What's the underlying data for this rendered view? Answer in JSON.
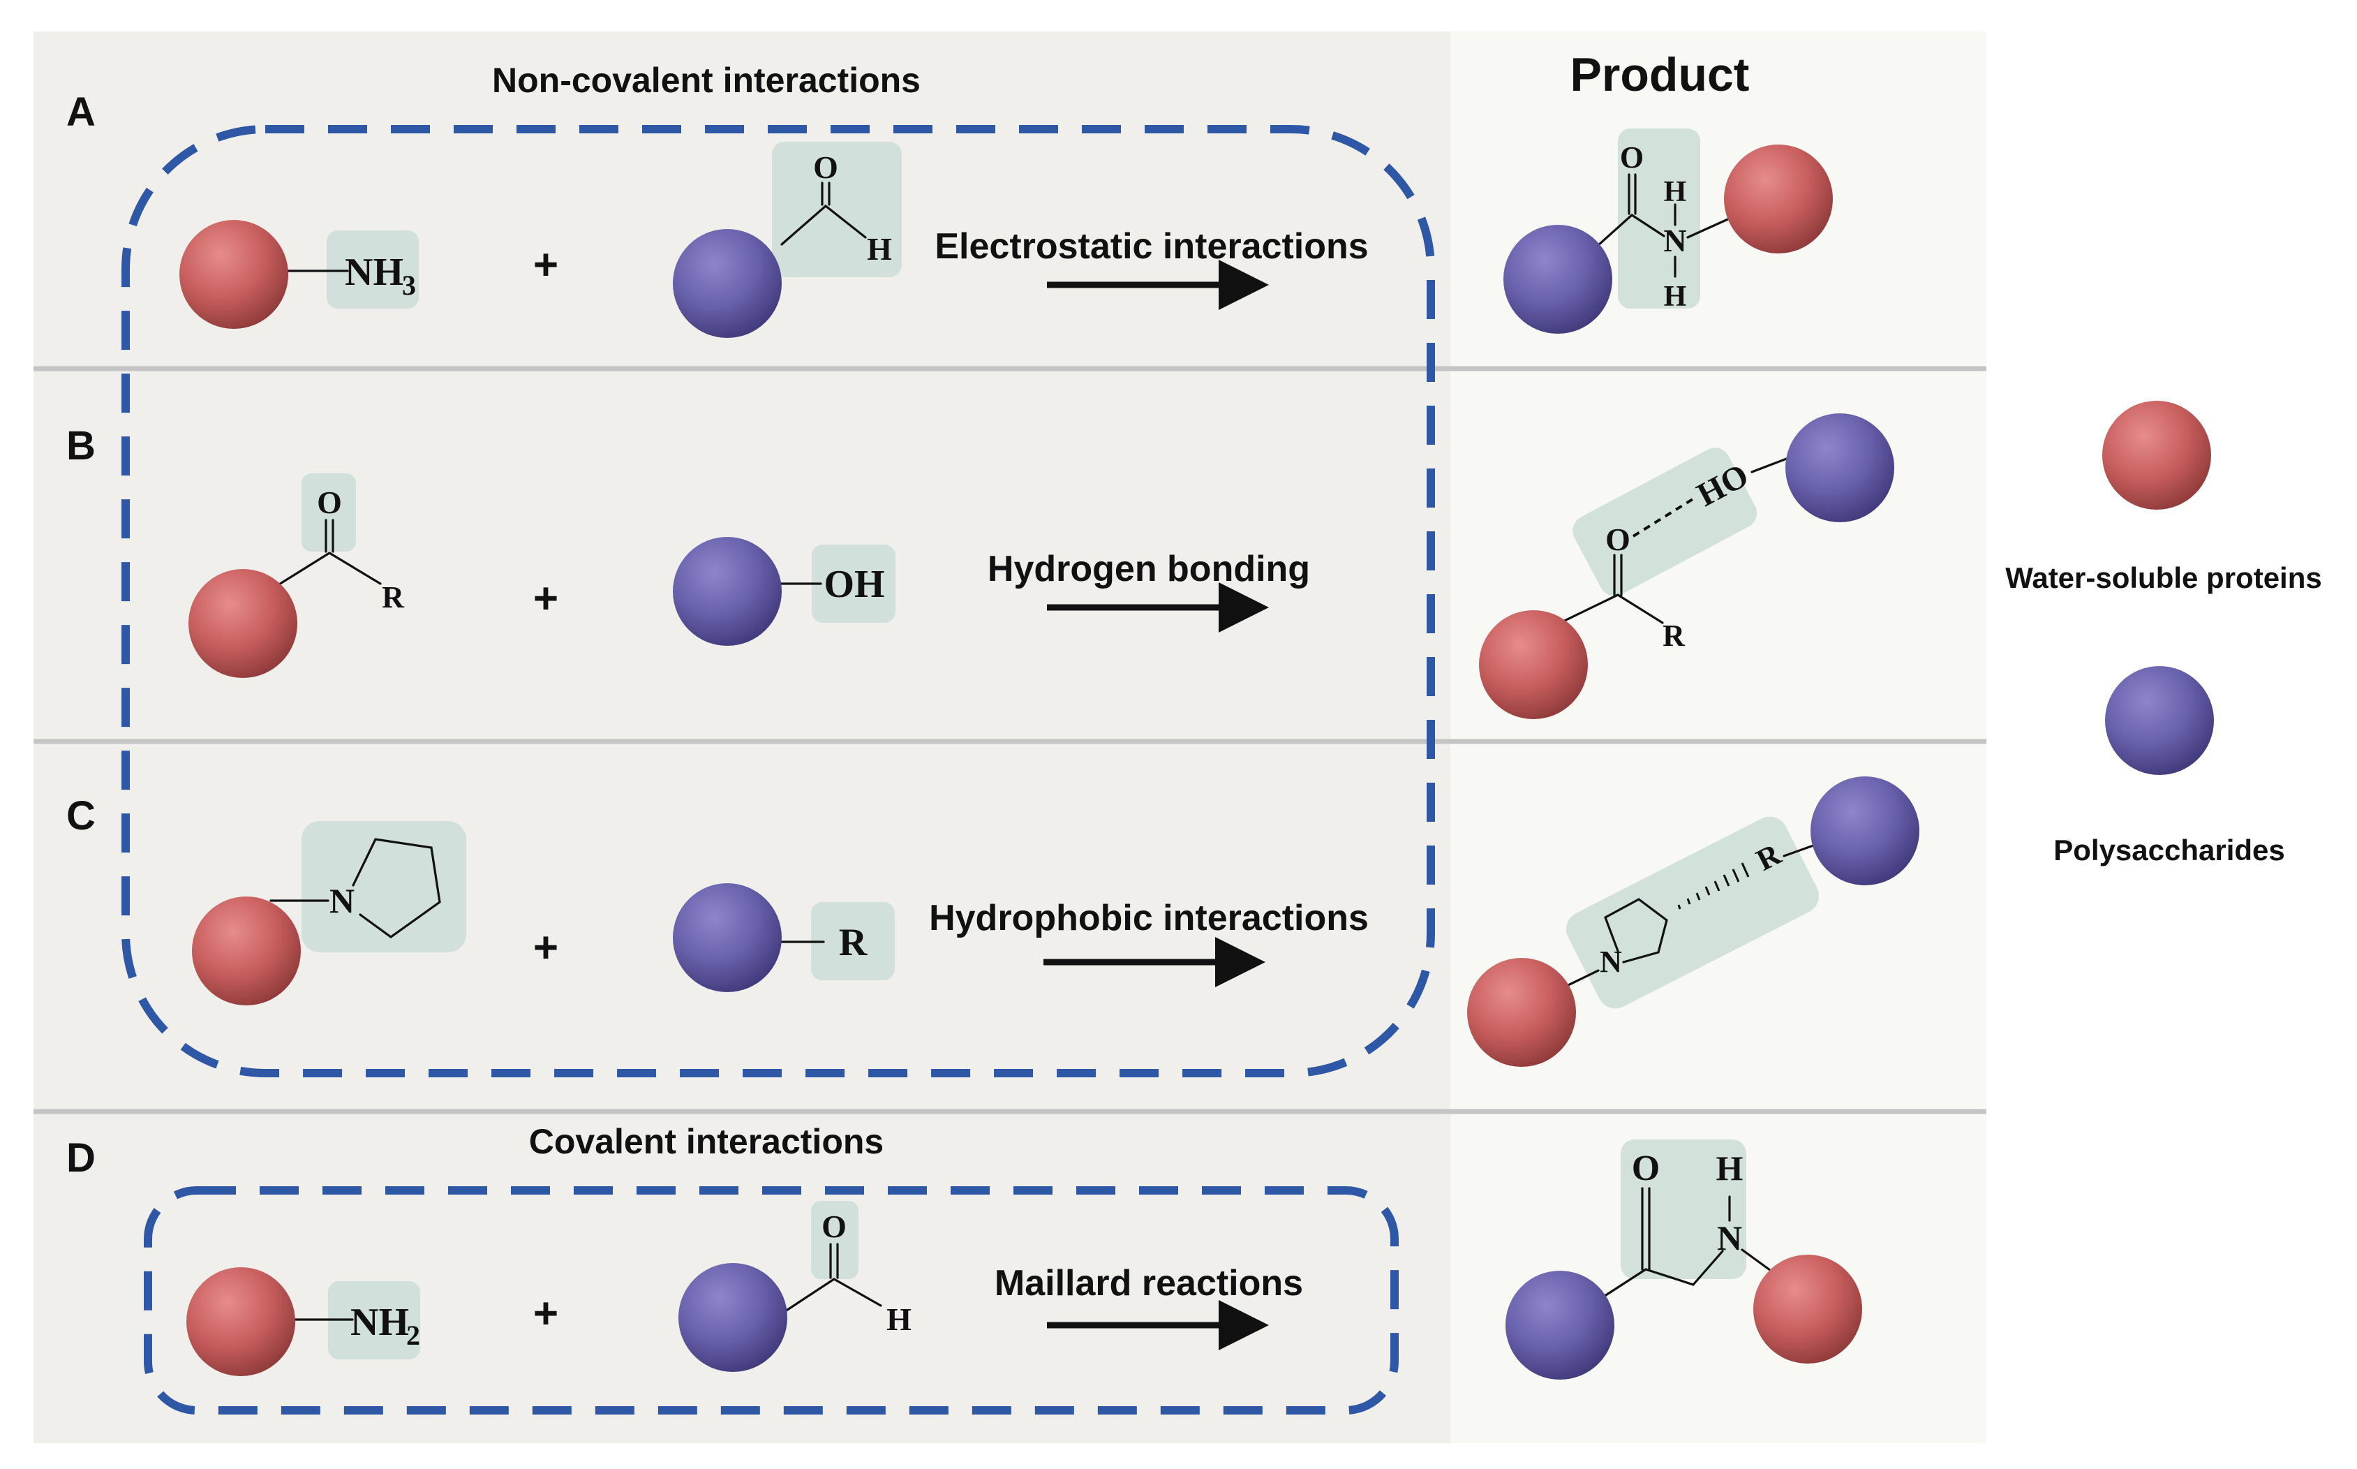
{
  "headings": {
    "non_covalent": "Non-covalent interactions",
    "product": "Product",
    "covalent": "Covalent interactions"
  },
  "panels": [
    {
      "letter": "A",
      "reaction": "Electrostatic interactions",
      "protein_group": "NH3",
      "polysaccharide_group": "CHO"
    },
    {
      "letter": "B",
      "reaction": "Hydrogen bonding",
      "protein_group": "C(=O)R",
      "polysaccharide_group": "OH"
    },
    {
      "letter": "C",
      "reaction": "Hydrophobic interactions",
      "protein_group": "pyrrolidine N",
      "polysaccharide_group": "R"
    },
    {
      "letter": "D",
      "reaction": "Maillard reactions",
      "protein_group": "NH2",
      "polysaccharide_group": "CHO"
    }
  ],
  "plus_sign": "+",
  "atoms": {
    "N": "N",
    "H": "H",
    "O": "O",
    "R": "R",
    "OH": "OH",
    "HO": "HO",
    "NH": "NH",
    "sub3": "3",
    "sub2": "2"
  },
  "legend": [
    {
      "label": "Water-soluble proteins",
      "color": "#c96060",
      "icon": "red-sphere"
    },
    {
      "label": "Polysaccharides",
      "color": "#6a62ac",
      "icon": "blue-sphere"
    }
  ],
  "colors": {
    "protein": "#c96060",
    "polysaccharide": "#6a62ac",
    "highlight": "#c9ddd5",
    "dashed_border": "#2e58a6",
    "left_background": "#f0efeb",
    "product_background": "#f8f8f4"
  }
}
